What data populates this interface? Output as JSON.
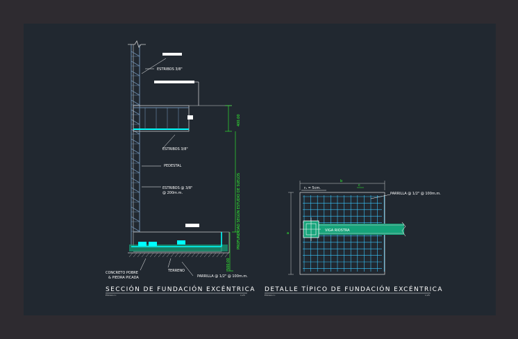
{
  "colors": {
    "background": "#212830",
    "frame": "#2e2b30",
    "wall": "#cfcfcf",
    "rebar": "#6f8fb0",
    "slab": "#00ffff",
    "concrete_fill": "#16a37a",
    "dimension": "#33ff33",
    "leader": "#ffffff",
    "grid": "#39c7ff"
  },
  "left": {
    "title": "SECCIÓN DE FUNDACIÓN EXCÉNTRICA",
    "subtitle_left": "ESCALA 1:",
    "subtitle_right": "1:25",
    "labels": {
      "estribos_top": "ESTRIBOS 3/8\"",
      "estribos_mid": "ESTRIBOS 3/8\"",
      "pedestal": "PEDESTAL",
      "estribos_bottom_1": "ESTRIBOS @ 3/8\"",
      "estribos_bottom_2": "@ 200m.m.",
      "concreto_1": "CONCRETO POBRE",
      "concreto_2": "& PIEDRA PICADA",
      "terreno": "TERRENO",
      "parrilla": "PARRILLA @ 1/2\" @ 100m.m."
    },
    "dims": {
      "upper": "400.00",
      "profundidad": "PROFUNDIDAD SEGÚN ESTUDIO DE SUELOS",
      "lower": "500.00"
    }
  },
  "right": {
    "title": "DETALLE TÍPICO DE FUNDACIÓN EXCÉNTRICA",
    "subtitle_left": "ESCALA 1:",
    "subtitle_right": "1:25",
    "labels": {
      "recubrimiento": "r₁ = 5cm.",
      "parrilla": "PARRILLA @ 1/2\" @ 100m.m.",
      "viga": "VIGA RIOSTRA",
      "dim_b": "b",
      "dim_a": "a",
      "dim_small": "c"
    }
  }
}
